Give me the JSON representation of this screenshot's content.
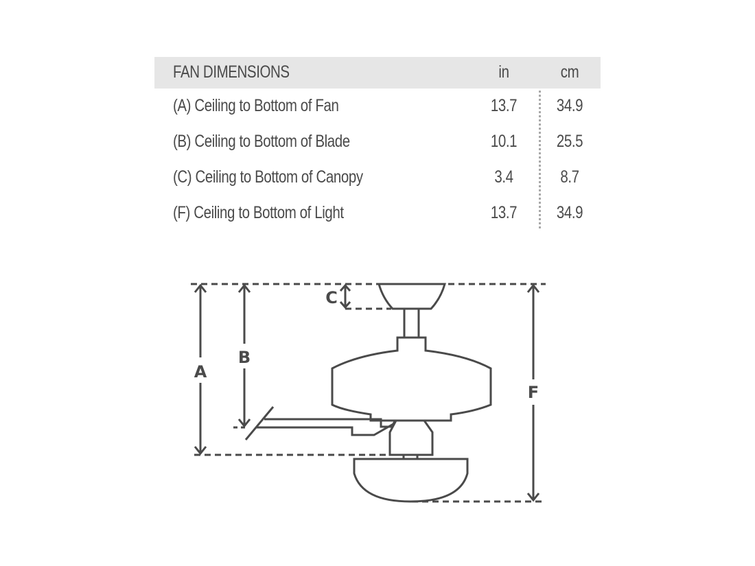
{
  "table": {
    "title": "FAN DIMENSIONS",
    "unit_in": "in",
    "unit_cm": "cm",
    "rows": [
      {
        "label": "(A) Ceiling to Bottom of Fan",
        "in": "13.7",
        "cm": "34.9"
      },
      {
        "label": "(B) Ceiling to Bottom of Blade",
        "in": "10.1",
        "cm": "25.5"
      },
      {
        "label": "(C) Ceiling to Bottom of Canopy",
        "in": "3.4",
        "cm": "8.7"
      },
      {
        "label": "(F) Ceiling to Bottom of Light",
        "in": "13.7",
        "cm": "34.9"
      }
    ]
  },
  "diagram": {
    "labels": {
      "a": "A",
      "b": "B",
      "c": "C",
      "f": "F"
    },
    "line_color": "#4a4a4a",
    "header_bg": "#e6e6e6"
  }
}
